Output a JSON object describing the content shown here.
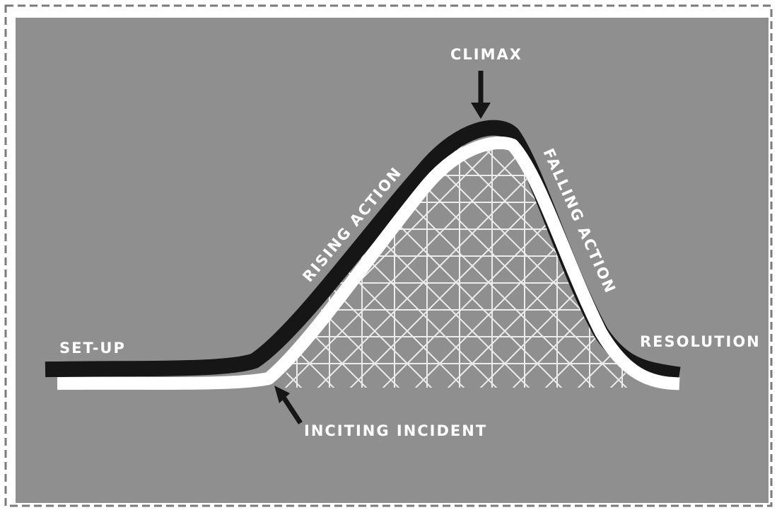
{
  "diagram": {
    "colors": {
      "background": "#8f8f8f",
      "border": "#7a7a7a",
      "track_white": "#ffffff",
      "track_black": "#161616",
      "arrow": "#161616",
      "text": "#ffffff"
    },
    "labels": {
      "climax": "CLIMAX",
      "rising_action": "RISING ACTION",
      "falling_action": "FALLING ACTION",
      "set_up": "SET-UP",
      "resolution": "RESOLUTION",
      "inciting_incident": "INCITING INCIDENT"
    },
    "icons": {
      "climax_pointer": "arrow-down-icon",
      "inciting_pointer": "arrow-up-left-icon"
    }
  }
}
